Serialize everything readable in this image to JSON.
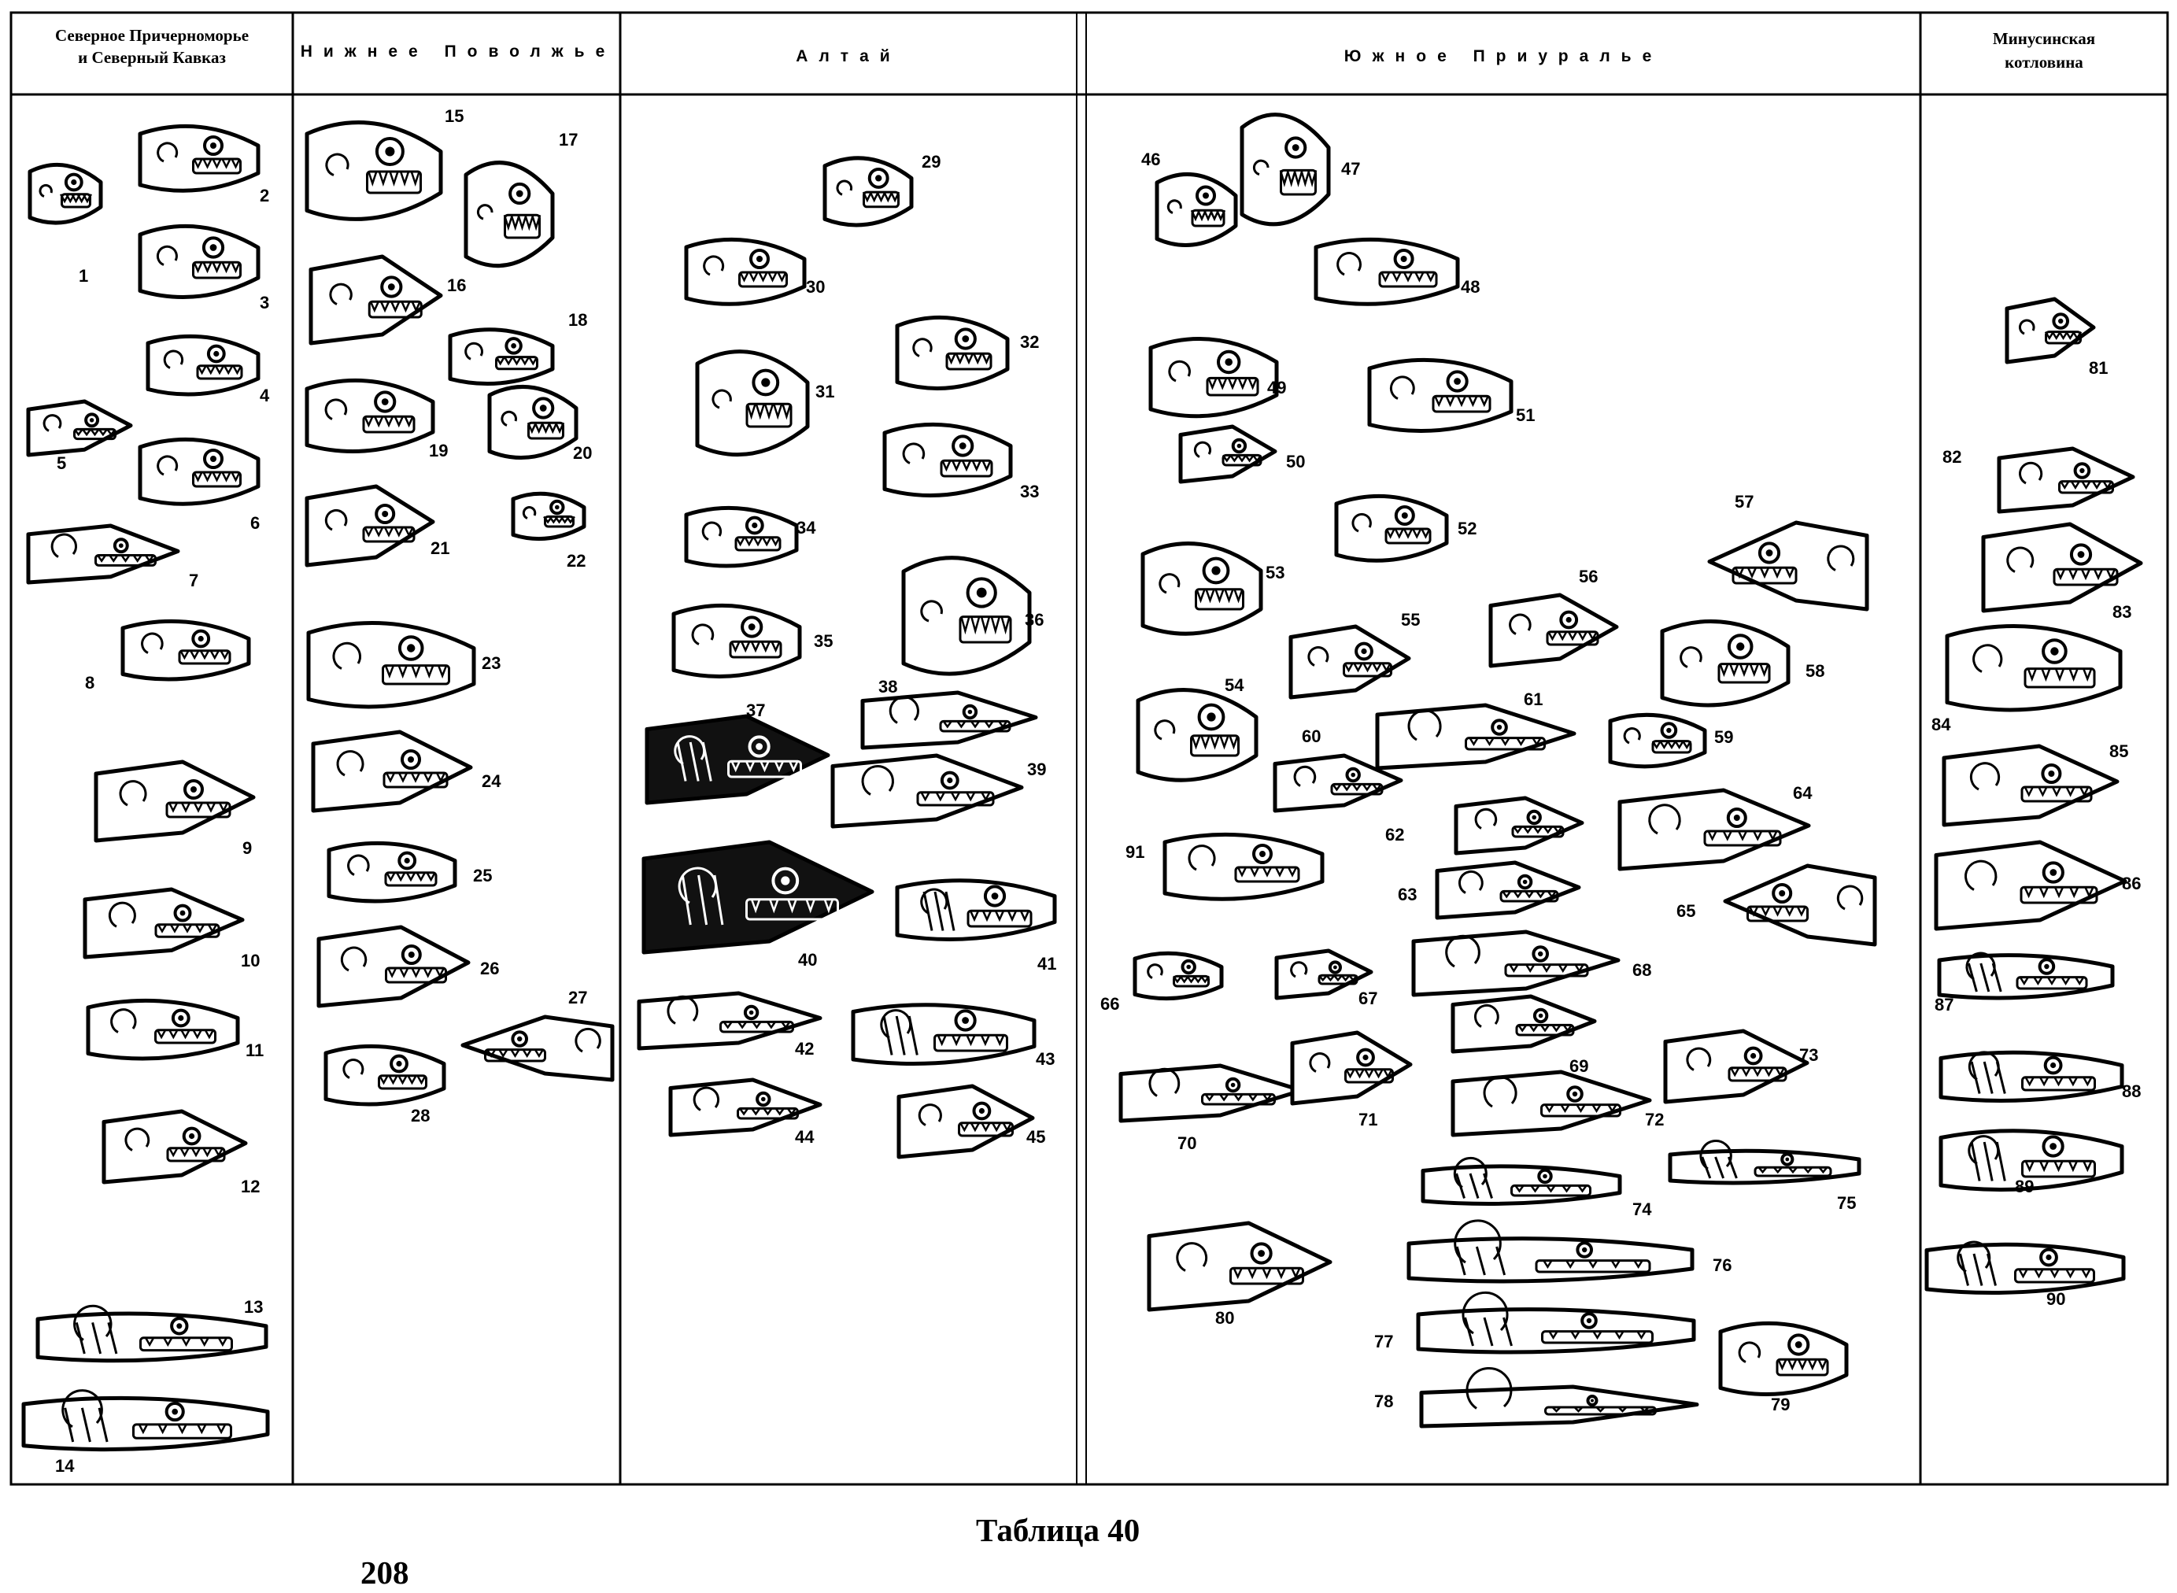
{
  "regions": [
    {
      "id": "r1",
      "lines": [
        "Северное Причерноморье",
        "и Северный Кавказ"
      ]
    },
    {
      "id": "r2",
      "lines": [
        "Нижнее Поволжье"
      ]
    },
    {
      "id": "r3",
      "lines": [
        "Алтай"
      ]
    },
    {
      "id": "r4",
      "lines": [
        "Южное Приуралье"
      ]
    },
    {
      "id": "r5",
      "lines": [
        "Минусинская",
        "котловина"
      ]
    }
  ],
  "figures": [
    {
      "n": "1",
      "region": "r1"
    },
    {
      "n": "2",
      "region": "r1"
    },
    {
      "n": "3",
      "region": "r1"
    },
    {
      "n": "4",
      "region": "r1"
    },
    {
      "n": "5",
      "region": "r1"
    },
    {
      "n": "6",
      "region": "r1"
    },
    {
      "n": "7",
      "region": "r1"
    },
    {
      "n": "8",
      "region": "r1"
    },
    {
      "n": "9",
      "region": "r1"
    },
    {
      "n": "10",
      "region": "r1"
    },
    {
      "n": "11",
      "region": "r1"
    },
    {
      "n": "12",
      "region": "r1"
    },
    {
      "n": "13",
      "region": "r1"
    },
    {
      "n": "14",
      "region": "r1"
    },
    {
      "n": "15",
      "region": "r2"
    },
    {
      "n": "16",
      "region": "r2"
    },
    {
      "n": "17",
      "region": "r2"
    },
    {
      "n": "18",
      "region": "r2"
    },
    {
      "n": "19",
      "region": "r2"
    },
    {
      "n": "20",
      "region": "r2"
    },
    {
      "n": "21",
      "region": "r2"
    },
    {
      "n": "22",
      "region": "r2"
    },
    {
      "n": "23",
      "region": "r2"
    },
    {
      "n": "24",
      "region": "r2"
    },
    {
      "n": "25",
      "region": "r2"
    },
    {
      "n": "26",
      "region": "r2"
    },
    {
      "n": "27",
      "region": "r2"
    },
    {
      "n": "28",
      "region": "r2"
    },
    {
      "n": "29",
      "region": "r3"
    },
    {
      "n": "30",
      "region": "r3"
    },
    {
      "n": "31",
      "region": "r3"
    },
    {
      "n": "32",
      "region": "r3"
    },
    {
      "n": "33",
      "region": "r3"
    },
    {
      "n": "34",
      "region": "r3"
    },
    {
      "n": "35",
      "region": "r3"
    },
    {
      "n": "36",
      "region": "r3"
    },
    {
      "n": "37",
      "region": "r3"
    },
    {
      "n": "38",
      "region": "r3"
    },
    {
      "n": "39",
      "region": "r3"
    },
    {
      "n": "40",
      "region": "r3"
    },
    {
      "n": "41",
      "region": "r3"
    },
    {
      "n": "42",
      "region": "r3"
    },
    {
      "n": "43",
      "region": "r3"
    },
    {
      "n": "44",
      "region": "r3"
    },
    {
      "n": "45",
      "region": "r3"
    },
    {
      "n": "46",
      "region": "r4"
    },
    {
      "n": "47",
      "region": "r4"
    },
    {
      "n": "48",
      "region": "r4"
    },
    {
      "n": "49",
      "region": "r4"
    },
    {
      "n": "50",
      "region": "r4"
    },
    {
      "n": "51",
      "region": "r4"
    },
    {
      "n": "52",
      "region": "r4"
    },
    {
      "n": "53",
      "region": "r4"
    },
    {
      "n": "54",
      "region": "r4"
    },
    {
      "n": "55",
      "region": "r4"
    },
    {
      "n": "56",
      "region": "r4"
    },
    {
      "n": "57",
      "region": "r4"
    },
    {
      "n": "58",
      "region": "r4"
    },
    {
      "n": "59",
      "region": "r4"
    },
    {
      "n": "60",
      "region": "r4"
    },
    {
      "n": "61",
      "region": "r4"
    },
    {
      "n": "62",
      "region": "r4"
    },
    {
      "n": "63",
      "region": "r4"
    },
    {
      "n": "64",
      "region": "r4"
    },
    {
      "n": "65",
      "region": "r4"
    },
    {
      "n": "66",
      "region": "r4"
    },
    {
      "n": "67",
      "region": "r4"
    },
    {
      "n": "68",
      "region": "r4"
    },
    {
      "n": "69",
      "region": "r4"
    },
    {
      "n": "70",
      "region": "r4"
    },
    {
      "n": "71",
      "region": "r4"
    },
    {
      "n": "72",
      "region": "r4"
    },
    {
      "n": "73",
      "region": "r4"
    },
    {
      "n": "74",
      "region": "r4"
    },
    {
      "n": "75",
      "region": "r4"
    },
    {
      "n": "76",
      "region": "r4"
    },
    {
      "n": "77",
      "region": "r4"
    },
    {
      "n": "78",
      "region": "r4"
    },
    {
      "n": "79",
      "region": "r4"
    },
    {
      "n": "80",
      "region": "r4"
    },
    {
      "n": "91",
      "region": "r4"
    },
    {
      "n": "81",
      "region": "r5"
    },
    {
      "n": "82",
      "region": "r5"
    },
    {
      "n": "83",
      "region": "r5"
    },
    {
      "n": "84",
      "region": "r5"
    },
    {
      "n": "85",
      "region": "r5"
    },
    {
      "n": "86",
      "region": "r5"
    },
    {
      "n": "87",
      "region": "r5"
    },
    {
      "n": "88",
      "region": "r5"
    },
    {
      "n": "89",
      "region": "r5"
    },
    {
      "n": "90",
      "region": "r5"
    }
  ],
  "caption": "Таблица 40",
  "page_number": "208"
}
